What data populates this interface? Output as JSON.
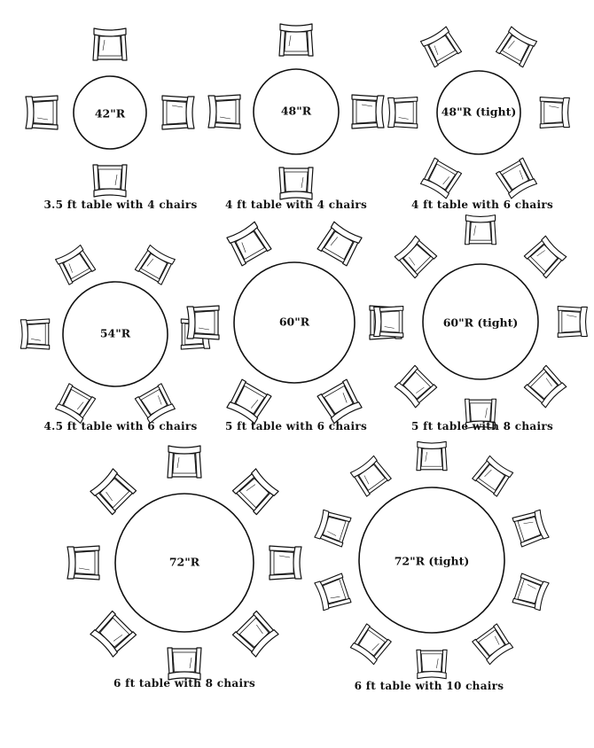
{
  "diagram": {
    "layouts": [
      {
        "id": "t1",
        "table_label": "42\"R",
        "caption": "3.5 ft table with 4 chairs",
        "chairs": 4
      },
      {
        "id": "t2",
        "table_label": "48\"R",
        "caption": "4 ft table with 4 chairs",
        "chairs": 4
      },
      {
        "id": "t3",
        "table_label": "48\"R (tight)",
        "caption": "4 ft table with 6 chairs",
        "chairs": 6
      },
      {
        "id": "t4",
        "table_label": "54\"R",
        "caption": "4.5 ft table with 6 chairs",
        "chairs": 6
      },
      {
        "id": "t5",
        "table_label": "60\"R",
        "caption": "5 ft table with 6 chairs",
        "chairs": 6
      },
      {
        "id": "t6",
        "table_label": "60\"R (tight)",
        "caption": "5 ft table with 8 chairs",
        "chairs": 8
      },
      {
        "id": "t7",
        "table_label": "72\"R",
        "caption": "6 ft table with 8 chairs",
        "chairs": 8
      },
      {
        "id": "t8",
        "table_label": "72\"R (tight)",
        "caption": "6 ft table with 10 chairs",
        "chairs": 10
      }
    ]
  },
  "colors": {
    "stroke": "#111111",
    "fill": "#ffffff"
  }
}
